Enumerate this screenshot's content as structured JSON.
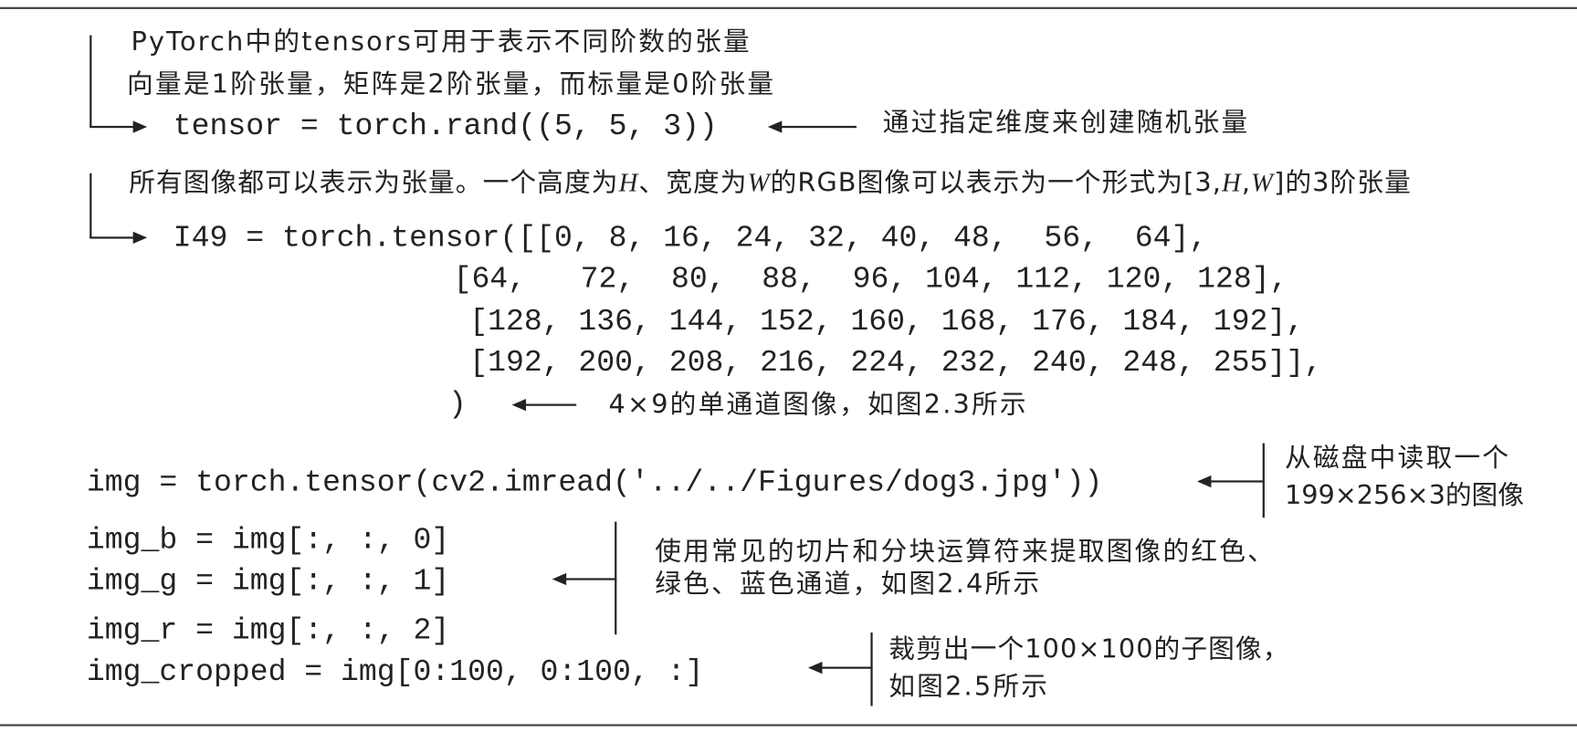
{
  "block1": {
    "note_line1": "PyTorch中的tensors可用于表示不同阶数的张量",
    "note_line2": "向量是1阶张量，矩阵是2阶张量，而标量是0阶张量",
    "code": "tensor = torch.rand((5, 5, 3))",
    "annotation": "通过指定维度来创建随机张量"
  },
  "block2": {
    "note_parts": [
      "所有图像都可以表示为张量。一个高度为",
      "H",
      "、宽度为",
      "W",
      "的RGB图像可以表示为一个形式为[3,",
      "H",
      ",",
      "W",
      "]的3阶张量"
    ],
    "code_lines": [
      "I49 = torch.tensor([[0, 8, 16, 24, 32, 40, 48,  56,  64],",
      "[64,   72,  80,  88,  96, 104, 112, 120, 128],",
      "[128, 136, 144, 152, 160, 168, 176, 184, 192],",
      "[192, 200, 208, 216, 224, 232, 240, 248, 255]],",
      ")"
    ],
    "annotation": "4×9的单通道图像，如图2.3所示"
  },
  "block3": {
    "code": "img = torch.tensor(cv2.imread('../../Figures/dog3.jpg'))",
    "annotation_line1": "从磁盘中读取一个",
    "annotation_line2": "199×256×3的图像"
  },
  "block4": {
    "code_lines": [
      "img_b = img[:, :, 0]",
      "img_g = img[:, :, 1]",
      "img_r = img[:, :, 2]"
    ],
    "annotation_line1": "使用常见的切片和分块运算符来提取图像的红色、",
    "annotation_line2": "绿色、蓝色通道，如图2.4所示"
  },
  "block5": {
    "code": "img_cropped = img[0:100, 0:100, :]",
    "annotation_line1": "裁剪出一个100×100的子图像，",
    "annotation_line2": "如图2.5所示"
  }
}
